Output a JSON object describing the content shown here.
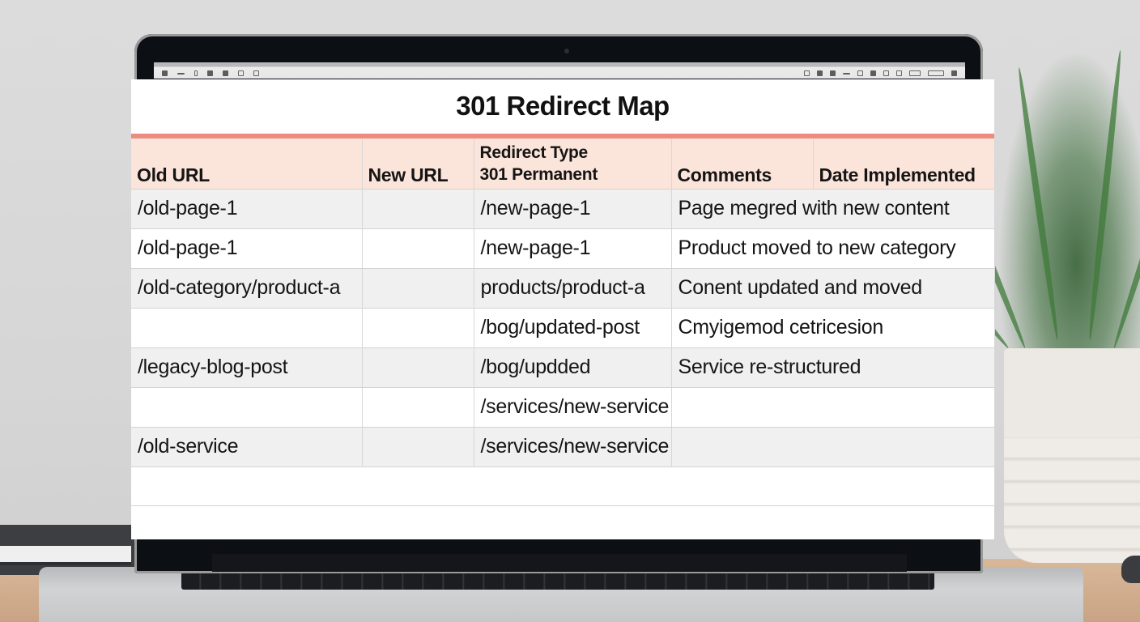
{
  "document": {
    "title": "301 Redirect Map",
    "accent_color": "#ec8b7e",
    "header_bg_color": "#fbe4da"
  },
  "table": {
    "columns": [
      {
        "label": "Old URL"
      },
      {
        "label": "New URL"
      },
      {
        "label": "Redirect Type",
        "sublabel": "301 Permanent"
      },
      {
        "label": "Comments"
      },
      {
        "label": "Date Implemented"
      }
    ],
    "rows": [
      {
        "old_url": "/old-page-1",
        "new_url": "",
        "redirect_type": "/new-page-1",
        "comments": "Page megred  with new content",
        "date": ""
      },
      {
        "old_url": "/old-page-1",
        "new_url": "",
        "redirect_type": "/new-page-1",
        "comments": "Product moved to new category",
        "date": ""
      },
      {
        "old_url": "/old-category/product-a",
        "new_url": "",
        "redirect_type": " products/product-a",
        "comments": "Conent updated and moved",
        "date": ""
      },
      {
        "old_url": "",
        "new_url": "",
        "redirect_type": "/bog/updated-post",
        "comments": "Cmyigemod cetricesion",
        "date": ""
      },
      {
        "old_url": " /legacy-blog-post",
        "new_url": "",
        "redirect_type": "/bog/updded",
        "comments": "Service re-structured",
        "date": ""
      },
      {
        "old_url": "",
        "new_url": "",
        "redirect_type": "/services/new-service",
        "comments": "",
        "date": ""
      },
      {
        "old_url": "/old-service",
        "new_url": "",
        "redirect_type": "/services/new-service",
        "comments": "",
        "date": ""
      }
    ]
  },
  "os_toolbar": {
    "left_icons": [
      "app-icon",
      "minimize-icon",
      "pin-icon",
      "folder-icon",
      "image-icon",
      "window-icon",
      "clock-icon"
    ],
    "right_icons": [
      "user-icon",
      "terminal-icon",
      "terminal-icon",
      "dash-icon",
      "file-icon",
      "grid-icon",
      "bars-icon",
      "box-icon",
      "battery-icon",
      "clock-icon",
      "settings-icon"
    ]
  }
}
